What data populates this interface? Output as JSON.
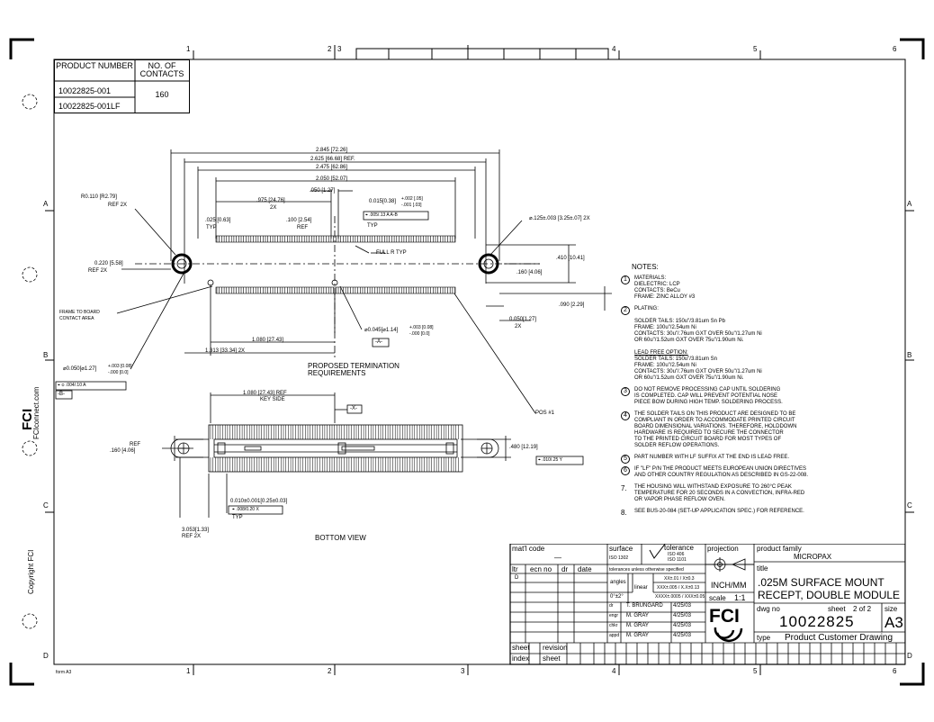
{
  "zones": {
    "top": [
      "1",
      "2",
      "3",
      "4",
      "5",
      "6"
    ],
    "bottom": [
      "1",
      "2",
      "3",
      "4",
      "5",
      "6"
    ],
    "side": [
      "A",
      "B",
      "C",
      "D"
    ]
  },
  "part_table": {
    "col1_header": "PRODUCT NUMBER",
    "col2_header": "NO. OF CONTACTS",
    "rows": [
      "10022825-001",
      "10022825-001LF"
    ],
    "contacts": "160"
  },
  "top_view": {
    "dims": {
      "d1": "2.845 [72.26]",
      "d2": "2.625 [66.68] REF.",
      "d3": "2.475 [62.86]",
      "d4": "2.050 [52.07]",
      "d5": ".050 [1.27]",
      "d6": ".975 [24.76]",
      "d6b": "2X",
      "d7": ".025 [0.63]",
      "d7b": "TYP",
      "d8": ".100 [2.54]",
      "d8b": "REF",
      "d9": "0.015[0.38]",
      "d9tol": "+.002 [.05]",
      "d9tol2": "-.001 [.03]",
      "d9fcf": "⌖ .005/.13 A A-B",
      "d9b": "TYP",
      "d10": "⌀.125±.003 [3.25±.07] 2X",
      "d11": "R0.110 [R2.79]",
      "d11b": "REF 2X",
      "d12": "0.220 [5.58]",
      "d12b": "REF 2X",
      "d13": "FULL R TYP",
      "d14": ".410 [10.41]",
      "d15": ".160 [4.06]",
      "d16": ".090 [2.29]",
      "d17": "0.050[1.27]",
      "d17b": "2X",
      "d18": "FRAME TO BOARD",
      "d18b": "CONTACT AREA",
      "d19": "1.080 [27.43]",
      "d20": "1.313 [33.34] 2X",
      "d21": "⌀0.045[⌀1.14]",
      "d21tol": "+.003 [0.08]",
      "d21tol2": "-.000 [0.0]",
      "d21datum": "-A-",
      "d22": "⌀0.050[⌀1.27]",
      "d22tol": "+.003 [0.08]",
      "d22tol2": "-.000 [0.0]",
      "d22fcf": "⌖ ⌀ .004/.10 A",
      "d22datum": "-B-",
      "caption1": "PROPOSED TERMINATION",
      "caption2": "REQUIREMENTS",
      "pos1": "POS #1"
    }
  },
  "bottom_view": {
    "dims": {
      "b1": "1.080 [27.43] REF",
      "b1b": "KEY SIDE",
      "b2": "-X-",
      "b3": "REF",
      "b3b": ".160 [4.06]",
      "b4": ".480 [12.19]",
      "b5": "⌖ .010/.25 Y",
      "b6": "0.010±0.001[0.25±0.03]",
      "b6fcf": "⌖ .008/0.20 X",
      "b6b": "TYP",
      "b7": "3.053[1.33]",
      "b7b": "REF 2X",
      "caption": "BOTTOM VIEW"
    }
  },
  "notes": {
    "title": "NOTES:",
    "items": [
      {
        "num": "1",
        "lines": [
          "MATERIALS:",
          "     DIELECTRIC: LCP",
          "     CONTACTS: BeCu",
          "     FRAME: ZINC ALLOY #3"
        ]
      },
      {
        "num": "2",
        "lines": [
          "PLATING:",
          "",
          "  SOLDER TAILS: 150u\"/3.81um Sn Pb",
          "  FRAME: 100u\"/2.54um Ni",
          "  CONTACTS: 30u\"/.76um GXT OVER 50u\"/1.27um Ni",
          "  OR 60u\"/1.52um GXT OVER 75u\"/1.90um Ni.",
          "",
          "  LEAD FREE OPTION:",
          "  SOLDER TAILS: 150u\"/3.81um Sn",
          "  FRAME: 100u\"/2.54um Ni",
          "  CONTACTS: 30u\"/.76um GXT OVER 50u\"/1.27um Ni",
          "  OR 60u\"/1.52um GXT OVER 75u\"/1.90um Ni."
        ]
      },
      {
        "num": "3",
        "lines": [
          "DO NOT REMOVE PROCESSING CAP UNTIL SOLDERING",
          "IS COMPLETED. CAP WILL PREVENT POTENTIAL NOSE",
          "PIECE BOW DURING HIGH TEMP. SOLDERING PROCESS."
        ]
      },
      {
        "num": "4",
        "lines": [
          "THE SOLDER TAILS ON THIS PRODUCT ARE DESIGNED TO BE",
          "COMPLIANT IN ORDER TO ACCOMMODATE PRINTED CIRCUIT",
          "BOARD DIMENSIONAL VARIATIONS. THEREFORE, HOLDDOWN",
          "HARDWARE IS REQUIRED TO SECURE THE CONNECTOR",
          "TO THE PRINTED CIRCUIT BOARD FOR MOST TYPES OF",
          "SOLDER REFLOW OPERATIONS."
        ]
      },
      {
        "num": "5",
        "lines": [
          "PART NUMBER WITH LF SUFFIX AT THE END IS LEAD FREE."
        ]
      },
      {
        "num": "6",
        "lines": [
          "IF \"LF\" P/N THE PRODUCT MEETS EUROPEAN UNION DIRECTIVES",
          "AND OTHER COUNTRY REGULATION AS DESCRIBED IN GS-22-008."
        ]
      },
      {
        "num": "7.",
        "lines": [
          "THE HOUSING WILL WITHSTAND EXPOSURE TO 260°C PEAK",
          "TEMPERATURE FOR 20 SECONDS IN A CONVECTION, INFRA-RED",
          "OR VAPOR PHASE REFLOW OVEN."
        ]
      },
      {
        "num": "8.",
        "lines": [
          "SEE BUS-20-084 (SET-UP APPLICATION SPEC.) FOR REFERENCE."
        ]
      }
    ]
  },
  "side_text": {
    "logo": "FCI",
    "url": "FCIconnect.com",
    "copyright": "Copyright FCI",
    "form": "form A3"
  },
  "title_block": {
    "matl_code_label": "mat'l code",
    "matl_code_value": "—",
    "surface_label": "surface",
    "surface_value": "ISO 1302",
    "tolerance_label": "tolerance",
    "tolerance_std1": "ISO 406",
    "tolerance_std2": "ISO 1101",
    "projection_label": "projection",
    "product_family_label": "product family",
    "product_family_value": "MICROPAX",
    "rev_headers": [
      "ltr",
      "ecn no",
      "dr",
      "date"
    ],
    "rev_row1": "D",
    "tol_note": "tolerances unless otherwise specified",
    "angles_label": "angles",
    "angles_value": "0°±2°",
    "linear_label": "linear",
    "tol_rows": [
      "XX±.01 / X±0.3",
      "XXX±.005 / X.X±0.13",
      "XXXX±.0005 / XXX±0.05"
    ],
    "units": "INCH/MM",
    "scale_label": "scale",
    "scale_value": "1:1",
    "title_label": "title",
    "title_line1": ".025M SURFACE MOUNT",
    "title_line2": "RECEPT, DOUBLE MODULE",
    "approvals": [
      {
        "role": "dr",
        "name": "T. BRUNGARD",
        "date": "4/25/03"
      },
      {
        "role": "engr",
        "name": "M. GRAY",
        "date": "4/25/03"
      },
      {
        "role": "chkr",
        "name": "M. GRAY",
        "date": "4/25/03"
      },
      {
        "role": "appd",
        "name": "M. GRAY",
        "date": "4/25/03"
      }
    ],
    "dwg_no_label": "dwg no",
    "dwg_no_value": "10022825",
    "sheet_label": "sheet",
    "sheet_value": "2 of 2",
    "size_label": "size",
    "size_value": "A3",
    "type_label": "type",
    "type_value": "Product Customer Drawing",
    "sheet_index_label1": "sheet",
    "sheet_index_label2": "index",
    "revision_label": "revision",
    "sheet_label2": "sheet"
  }
}
